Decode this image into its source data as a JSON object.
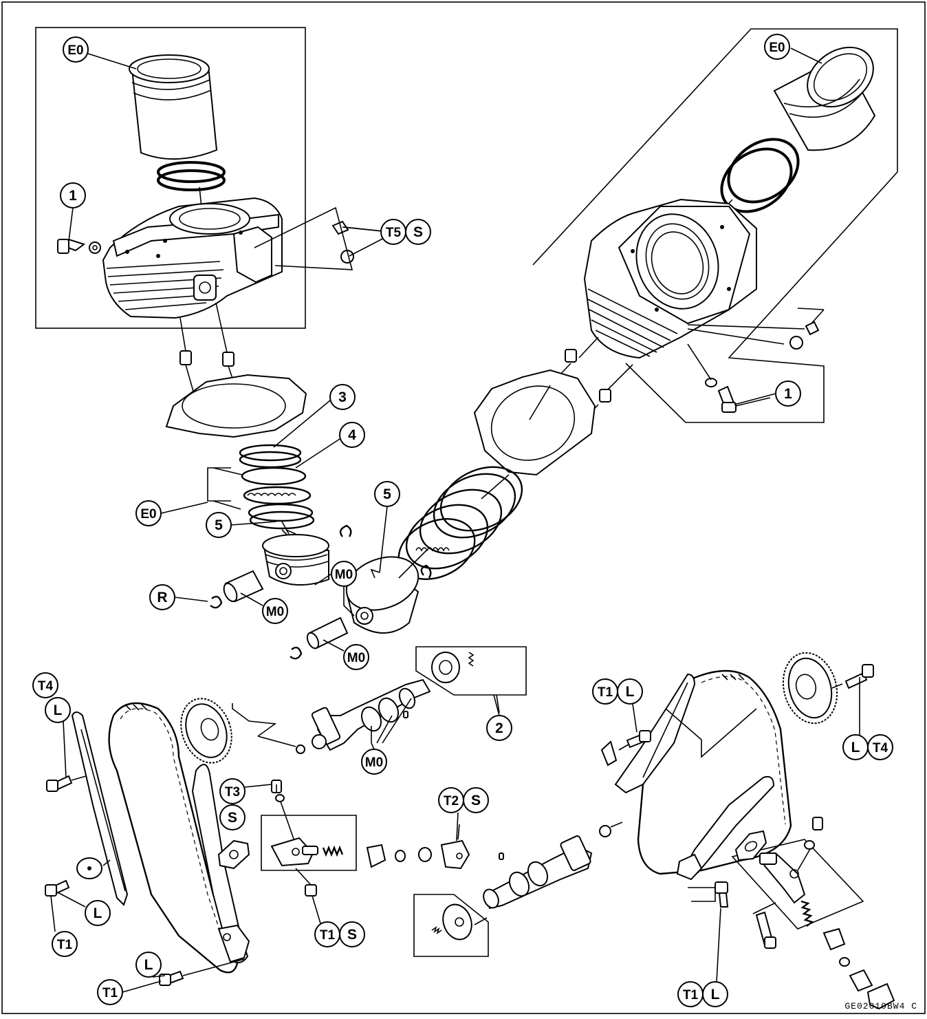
{
  "callouts": [
    {
      "id": "eo-top-left",
      "t": [
        "E0"
      ]
    },
    {
      "id": "eo-top-right",
      "t": [
        "E0"
      ]
    },
    {
      "id": "part-1-left",
      "t": [
        "1"
      ]
    },
    {
      "id": "t5-s",
      "t": [
        "T5",
        "S"
      ]
    },
    {
      "id": "part-1-right",
      "t": [
        "1"
      ]
    },
    {
      "id": "part-3",
      "t": [
        "3"
      ]
    },
    {
      "id": "part-4",
      "t": [
        "4"
      ]
    },
    {
      "id": "eo-rings",
      "t": [
        "E0"
      ]
    },
    {
      "id": "part-5-left",
      "t": [
        "5"
      ]
    },
    {
      "id": "part-5-right",
      "t": [
        "5"
      ]
    },
    {
      "id": "mo-piston",
      "t": [
        "M0"
      ]
    },
    {
      "id": "r-circlip",
      "t": [
        "R"
      ]
    },
    {
      "id": "mo-pin",
      "t": [
        "M0"
      ]
    },
    {
      "id": "mo-pin-right",
      "t": [
        "M0"
      ]
    },
    {
      "id": "part-2",
      "t": [
        "2"
      ]
    },
    {
      "id": "mo-cam",
      "t": [
        "M0"
      ]
    },
    {
      "id": "t4-left",
      "t": [
        "T4"
      ]
    },
    {
      "id": "l-left-top",
      "t": [
        "L"
      ]
    },
    {
      "id": "t1-l-right",
      "t": [
        "T1",
        "L"
      ]
    },
    {
      "id": "l-t4-right",
      "t": [
        "L",
        "T4"
      ]
    },
    {
      "id": "t3",
      "t": [
        "T3"
      ]
    },
    {
      "id": "s-t3",
      "t": [
        "S"
      ]
    },
    {
      "id": "t2-s",
      "t": [
        "T2",
        "S"
      ]
    },
    {
      "id": "l-left-mid",
      "t": [
        "L"
      ]
    },
    {
      "id": "t1-left",
      "t": [
        "T1"
      ]
    },
    {
      "id": "t1-s",
      "t": [
        "T1",
        "S"
      ]
    },
    {
      "id": "l-left-bottom",
      "t": [
        "L"
      ]
    },
    {
      "id": "t1-left-bottom",
      "t": [
        "T1"
      ]
    },
    {
      "id": "t1-l-bottom-right",
      "t": [
        "T1",
        "L"
      ]
    }
  ],
  "drawing_code": "GE02010BW4 C"
}
